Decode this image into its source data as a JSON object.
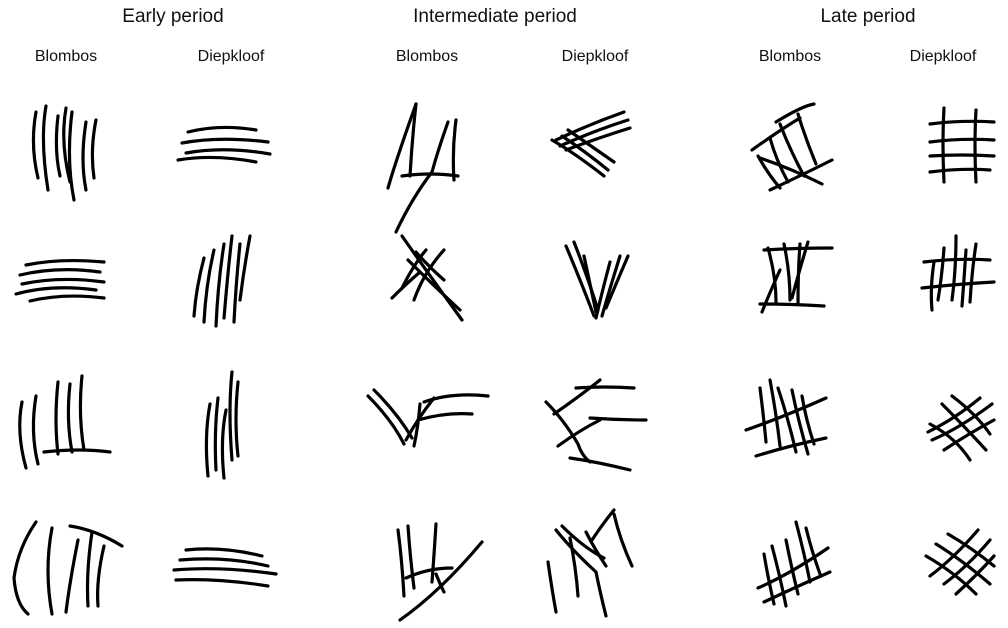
{
  "periods": [
    {
      "title": "Early period"
    },
    {
      "title": "Intermediate period"
    },
    {
      "title": "Late period"
    }
  ],
  "sites": [
    {
      "label": "Blombos"
    },
    {
      "label": "Diepkloof"
    },
    {
      "label": "Blombos"
    },
    {
      "label": "Diepkloof"
    },
    {
      "label": "Blombos"
    },
    {
      "label": "Diepkloof"
    }
  ]
}
